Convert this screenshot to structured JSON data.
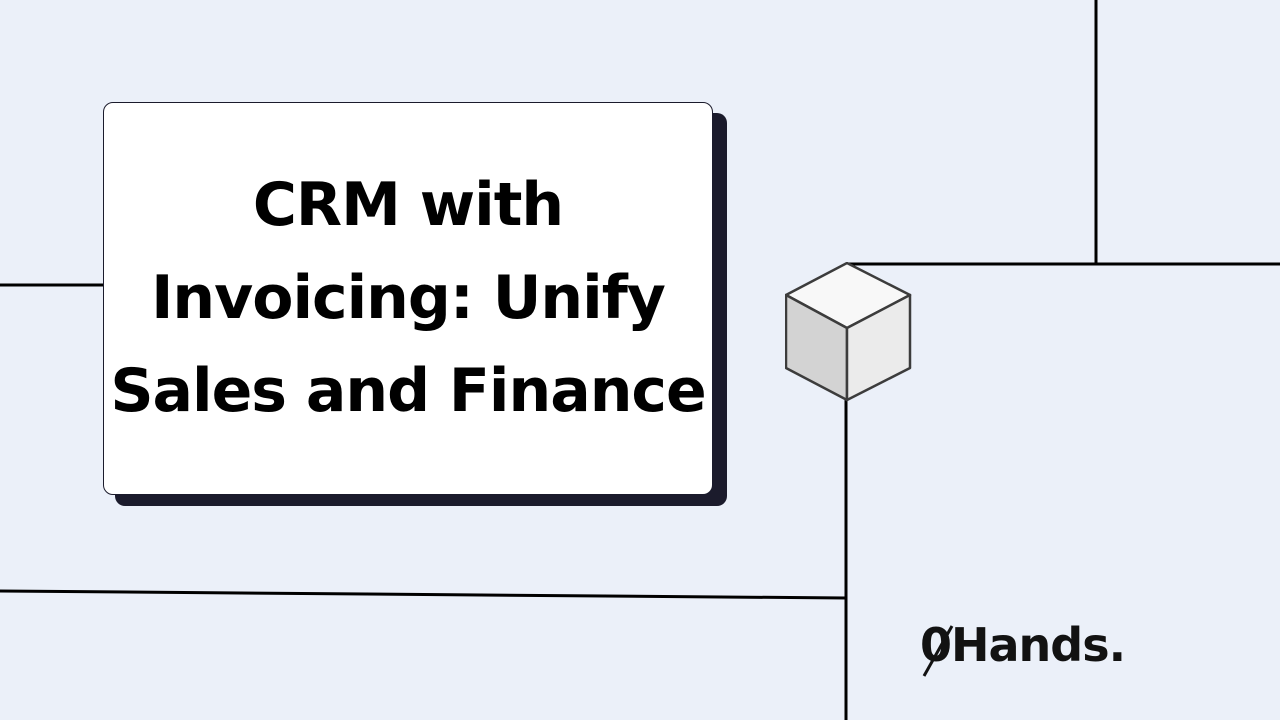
{
  "card": {
    "title": "CRM with Invoicing: Unify Sales and Finance"
  },
  "logo": {
    "zero": "0",
    "word": "Hands",
    "dot": "."
  },
  "colors": {
    "background": "#ebf0f9",
    "card": "#ffffff",
    "card_shadow": "#1b1b2c",
    "lines": "#000000",
    "text": "#000000"
  }
}
